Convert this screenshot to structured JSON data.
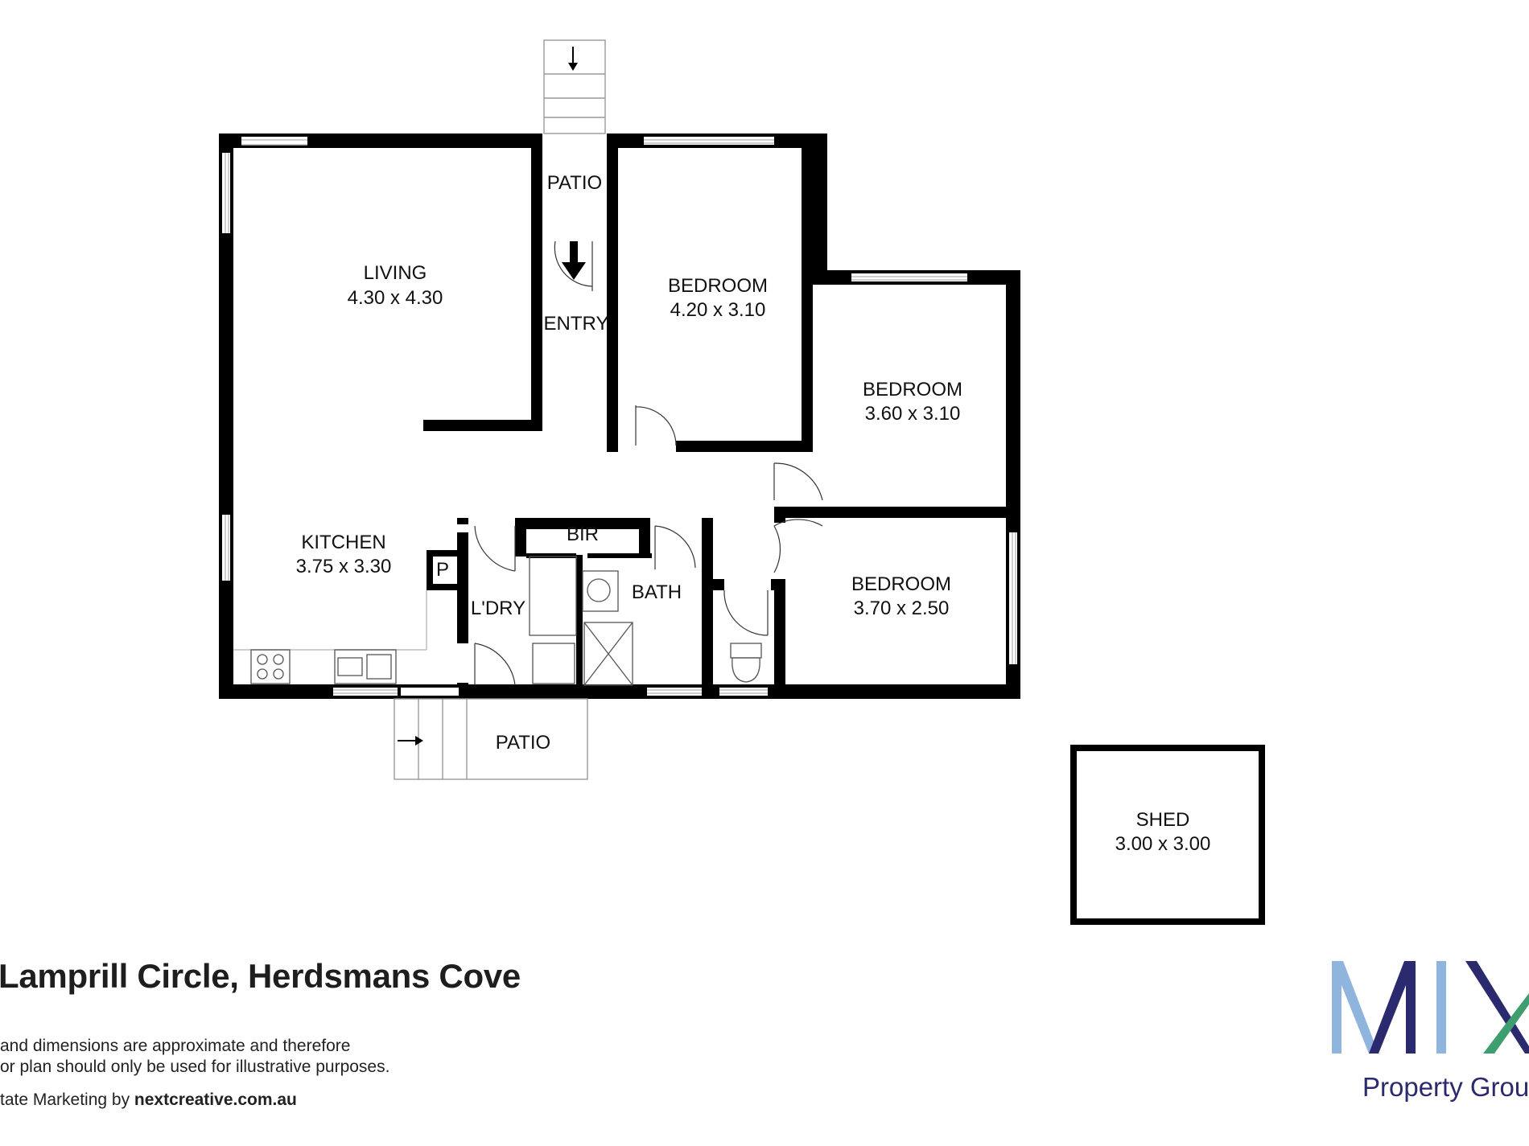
{
  "rooms": {
    "living": {
      "name": "LIVING",
      "dims": "4.30 x 4.30"
    },
    "bedroom1": {
      "name": "BEDROOM",
      "dims": "4.20 x 3.10"
    },
    "bedroom2": {
      "name": "BEDROOM",
      "dims": "3.60 x 3.10"
    },
    "bedroom3": {
      "name": "BEDROOM",
      "dims": "3.70 x 2.50"
    },
    "kitchen": {
      "name": "KITCHEN",
      "dims": "3.75 x 3.30"
    },
    "shed": {
      "name": "SHED",
      "dims": "3.00 x 3.00"
    },
    "patio_top": {
      "name": "PATIO"
    },
    "patio_bottom": {
      "name": "PATIO"
    },
    "entry": {
      "name": "ENTRY"
    },
    "bir": {
      "name": "BIR"
    },
    "bath": {
      "name": "BATH"
    },
    "laundry": {
      "name": "L'DRY"
    },
    "pantry": {
      "name": "P"
    }
  },
  "footer": {
    "address": "Lamprill Circle, Herdsmans Cove",
    "disclaimer_line1": "and dimensions are approximate and therefore",
    "disclaimer_line2": "or plan should only be used for illustrative purposes.",
    "credit_prefix": "tate Marketing by ",
    "credit_site": "nextcreative.com.au"
  },
  "brand": {
    "subtitle": "Property Grou",
    "colors": {
      "light_blue": "#8fb4dd",
      "navy": "#2b2a6e",
      "green": "#3f9e6f"
    }
  },
  "colors": {
    "wall": "#000000",
    "window": "#bdbdbd"
  }
}
